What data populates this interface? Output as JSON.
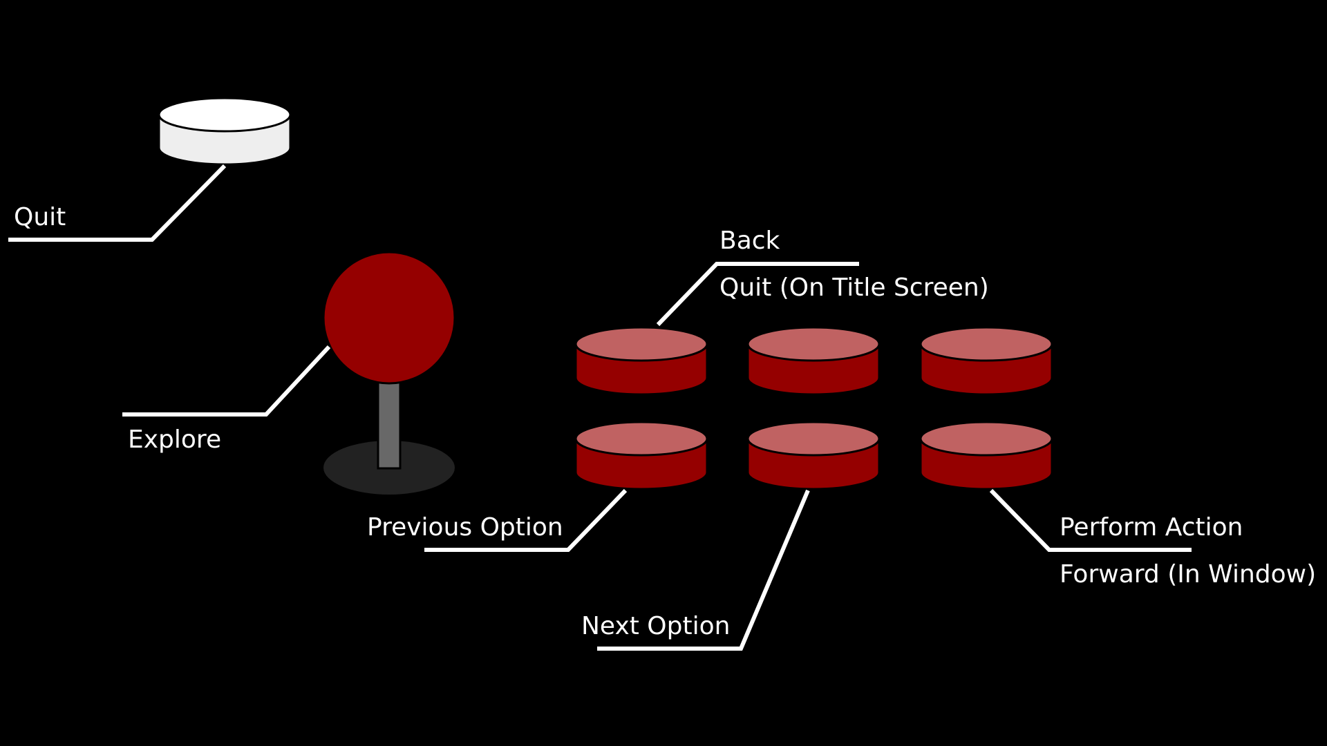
{
  "colors": {
    "background": "#000000",
    "button_red_top": "#c06262",
    "button_red_side": "#950000",
    "joystick_ball": "#950000",
    "joystick_shaft": "#686868",
    "joystick_base": "#222222",
    "quit_button_top": "#ffffff",
    "quit_button_side": "#eeeeee",
    "leader_lines": "#ffffff",
    "label_text": "#ffffff"
  },
  "controls": {
    "quit_button": {
      "icon": "arcade-button-white-icon",
      "label": "Quit"
    },
    "joystick": {
      "icon": "arcade-joystick-icon",
      "label": "Explore"
    },
    "buttons": [
      {
        "id": "top-left",
        "icon": "arcade-button-red-icon",
        "labels": [
          "Back",
          "Quit (On Title Screen)"
        ]
      },
      {
        "id": "top-middle",
        "icon": "arcade-button-red-icon",
        "labels": []
      },
      {
        "id": "top-right",
        "icon": "arcade-button-red-icon",
        "labels": []
      },
      {
        "id": "bottom-left",
        "icon": "arcade-button-red-icon",
        "labels": [
          "Previous Option"
        ]
      },
      {
        "id": "bottom-middle",
        "icon": "arcade-button-red-icon",
        "labels": [
          "Next Option"
        ]
      },
      {
        "id": "bottom-right",
        "icon": "arcade-button-red-icon",
        "labels": [
          "Perform Action",
          "Forward (In Window)"
        ]
      }
    ]
  }
}
